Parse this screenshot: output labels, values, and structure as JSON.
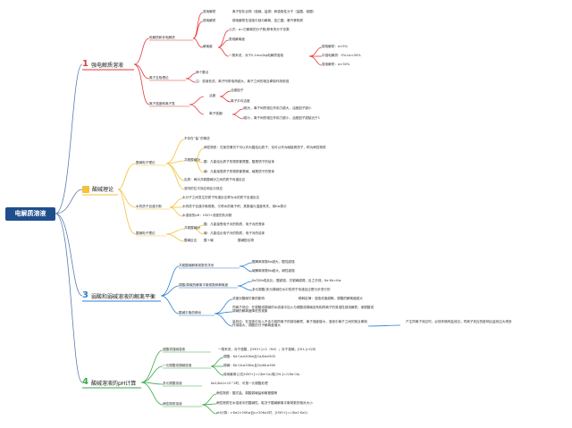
{
  "root": "电解质溶液",
  "colors": {
    "s1": "#e03a3a",
    "s2": "#f3c13a",
    "s3": "#2a7fd4",
    "s4": "#3aa84b",
    "line_root": "#5a7bb0"
  },
  "sections": [
    {
      "num": "1",
      "title": "强电解质溶液"
    },
    {
      "num": "2",
      "title": "酸碱理论"
    },
    {
      "num": "3",
      "title": "弱酸和弱碱溶液的解离平衡"
    },
    {
      "num": "4",
      "title": "酸碱溶液的pH计算"
    }
  ],
  "s1": {
    "b1": "电解质和非电解质",
    "b1a": "强电解质",
    "b1a1": "离子型化合物（强碱、盐类）和强极性分子（盐酸、硫酸）",
    "b1b": "弱电解质",
    "b1b1": "弱电解质在溶液中部分解离，如乙酸、氨气等物质",
    "b1c": "解离度",
    "b1c1": "公式：α=已解离的分子数/原有的分子总数",
    "b1c2": "表观解离度",
    "b1c3": "一般来说，对于0.1mol/kg电解质溶液",
    "b1c3a": "弱电解质：α<5%",
    "b1c3b": "中强电解质：5%<α<30%",
    "b1c3c": "强电解质：α>30%",
    "b2": "离子互吸理论",
    "b2a": "两个要点",
    "b2b": "注：溶液愈浓，离子所带电荷越大，离子之间的相互牵制作用愈强",
    "b3": "离子强度和离子氛",
    "b3a": "活度",
    "b3a1": "活度因子",
    "b3a2": "离子平均活度",
    "b3b": "离子强度I",
    "b3b1": "I越大，离子间的相互作用力越大，活度因子越小",
    "b3b2": "I越小，离子间的相互作用力越小，活度因子越接近于1"
  },
  "s2": {
    "b1": "酸碱电子理论",
    "b1a": "不存在“盐”的概念",
    "b1b": "共轭酸碱对",
    "b1b1": "两性物质：在某些情况下可以作为酸给出质子，也可以作为碱接受质子，称为两性物质",
    "b1b2": "酸：凡能给出质子的物质都是酸，酸是质子的给体",
    "b1b3": "碱：凡能接受质子的物质都是碱，碱是质子的受体",
    "b1c": "实质：两对共轭酸碱对之间的质子传递反应",
    "b1d": "溶剂的拉平效应和区分效应",
    "b2": "水的质子自递平衡",
    "b2a": "水分子之间发生的质子传递反应称为水的质子自递反应",
    "b2b": "水的质子自递平衡常数，又称水的离子积，其数值与温度有关，用Kw表示",
    "b2c": "水溶液的pH：H3O+浓度的负对数",
    "b3": "酸碱电子理论",
    "b3a": "酸：凡能接受电子对的物质，电子对的受体",
    "b3b": "碱：凡能给出电子对的物质，电子对的给体",
    "b3c": "酸碱反应",
    "b3c1": "酸＋碱",
    "b3c2": "酸碱配合物"
  },
  "s3": {
    "b1": "共轭酸碱解离常数的关系",
    "b1a": "酸解离常数Ka越大，酸性越强",
    "b1b": "碱解离常数Kb越大，碱性越强",
    "b2": "弱酸/弱碱的解离平衡常数和解离度",
    "b2a": "Ka与Kb成反比，酸越强，共轭碱越弱，反之亦然，Ka·Kb=Kw",
    "b2b": "多元弱酸/多元弱碱在水中的质子传递反应是分步进行的",
    "b3": "酸碱平衡的移动",
    "b3a": "浓度对酸碱平衡的影响",
    "b3a1": "稀释定律：溶液浓度越稀，弱酸的解离度越大",
    "b3b": "同离子效应：在弱酸或弱碱的水溶液中加入与弱酸或弱碱含有相同离子的易溶性强电解质，使弱酸或弱碱的解离度降低的现象",
    "b3c": "盐效应：在溶液中加入不含与相同离子的强电解质，离子强度增大，溶液中离子之间的相互牵制作用增大，弱酸的分子解离度增大",
    "b3c1": "产生同离子效应时，必然伴随有盐效应；同离子效应的影响比盐效应大得多"
  },
  "s4": {
    "b1": "强酸或强碱溶液",
    "b1a": "一般来说，对于强酸，[H3O+]=C（HA）；对于强碱，[OH-]=C(B)",
    "b2": "一元弱酸或弱碱溶液",
    "b2a": "弱酸：Ka·Ca≥20Kw且Ca/Ka≥500",
    "b2b": "弱碱：Kb·Cb≥20Kw且Cb/Kb≥500",
    "b2c": "使用最简公式[H3O+]=√(Ka·Ca)或[OH-]=√(Kb·Cb)",
    "b3": "多元弱酸溶液",
    "b3a": "Ka1/Ka2>10^2时，可按一元弱酸处理",
    "b4": "两性物质溶液",
    "b4a": "两性物质：酸式盐、弱酸弱碱盐和氨基酸等",
    "b4b": "两性物质在水溶液中的酸碱性，取决于酸碱解离平衡常数的相对大小",
    "b4c": "pH计算：c·Ka2>20Kw且c>20Ka1时，[H3O+]=√(Ka1·Ka2)"
  }
}
